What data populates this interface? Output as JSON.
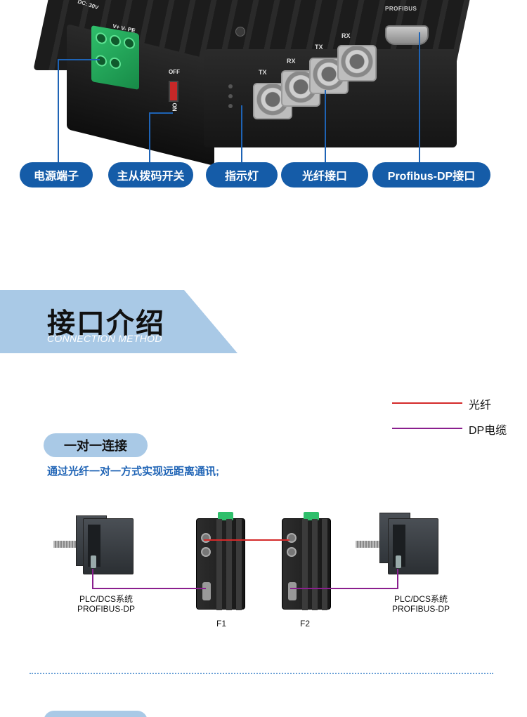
{
  "product": {
    "voltage_label": "DC: 30V",
    "terminal_label": "V+ V- PE",
    "switch_off": "OFF",
    "switch_on": "ON",
    "port_labels": [
      "TX",
      "RX",
      "TX",
      "RX"
    ],
    "profibus_label": "PROFIBUS"
  },
  "callouts": [
    {
      "label": "电源端子"
    },
    {
      "label": "主从拨码开关"
    },
    {
      "label": "指示灯"
    },
    {
      "label": "光纤接口"
    },
    {
      "label": "Profibus-DP接口"
    }
  ],
  "section": {
    "title": "接口介绍",
    "subtitle": "CONNECTION METHOD"
  },
  "legend": [
    {
      "label": "光纤",
      "color": "#d42a2a"
    },
    {
      "label": "DP电缆",
      "color": "#8a1f8e"
    }
  ],
  "subsection": {
    "title": "一对一连接",
    "description": "通过光纤一对一方式实现远距离通讯;"
  },
  "diagram": {
    "left_device_line1": "PLC/DCS系统",
    "left_device_line2": "PROFIBUS-DP",
    "right_device_line1": "PLC/DCS系统",
    "right_device_line2": "PROFIBUS-DP",
    "converter_1": "F1",
    "converter_2": "F2"
  },
  "colors": {
    "accent_blue": "#155ca8",
    "section_blue": "#a9c9e6",
    "fiber_red": "#d42a2a",
    "dp_purple": "#8a1f8e"
  }
}
